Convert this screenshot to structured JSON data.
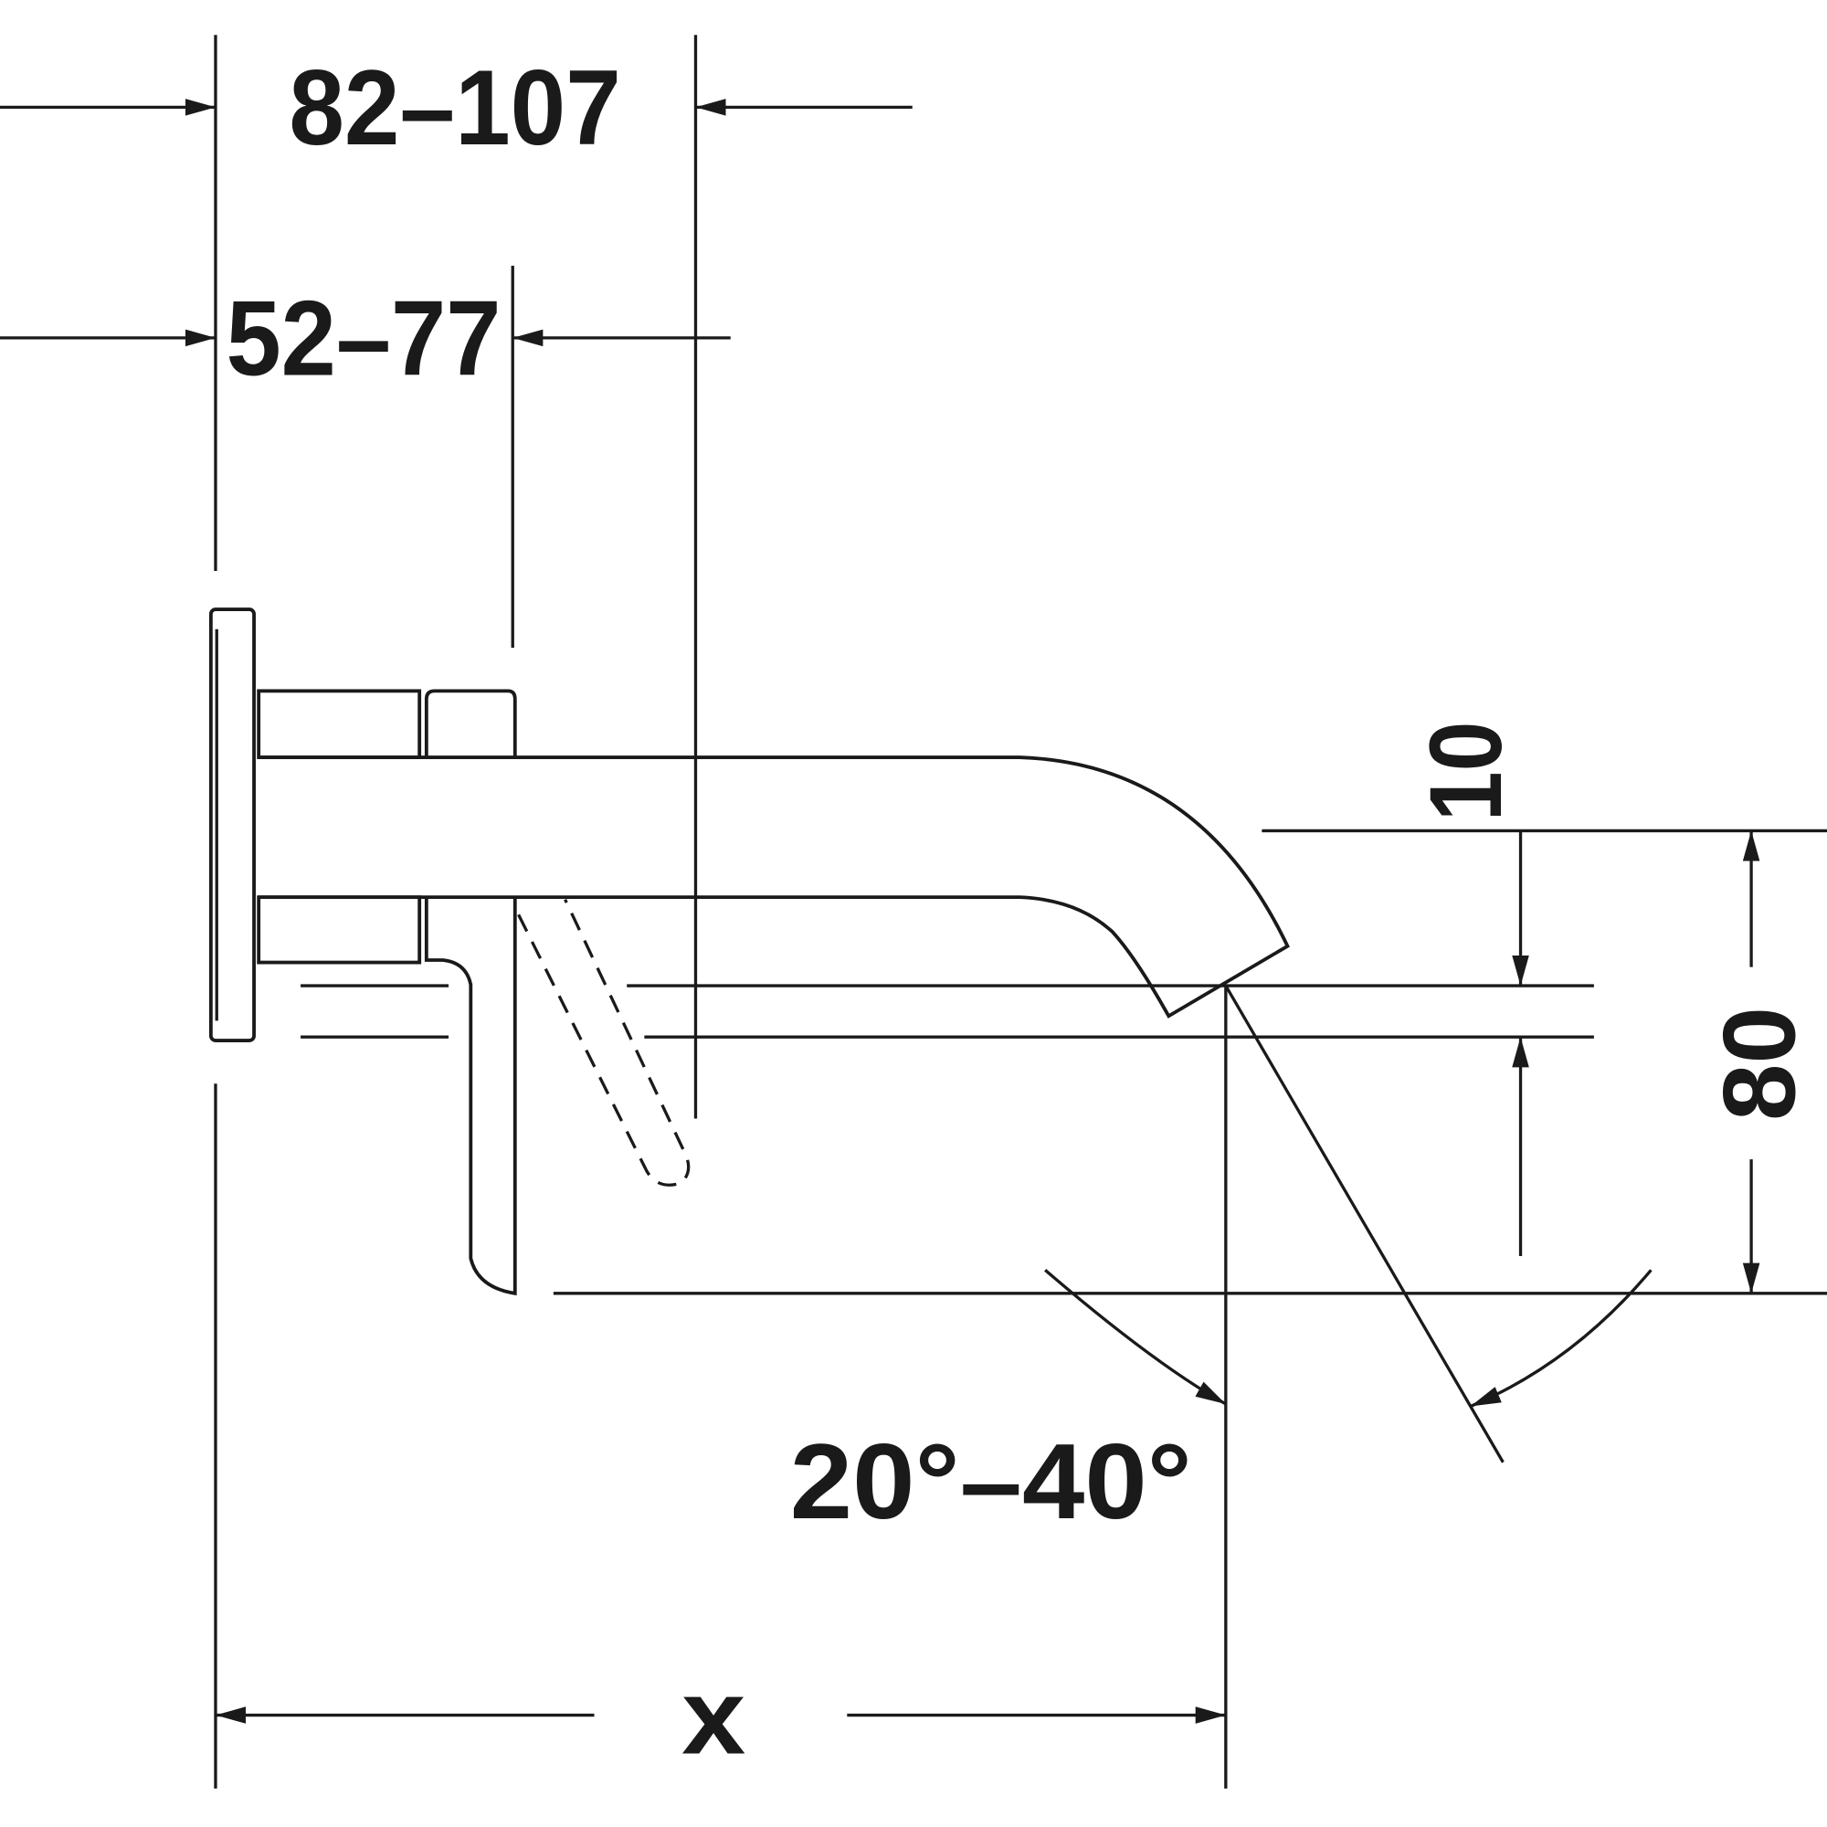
{
  "drawing": {
    "dim_top": "82–107",
    "dim_second": "52–77",
    "dim_gap": "10",
    "dim_height": "80",
    "dim_angle": "20°–40°",
    "dim_projection": "x"
  },
  "colors": {
    "line": "#1a1a1a",
    "background": "#ffffff"
  }
}
